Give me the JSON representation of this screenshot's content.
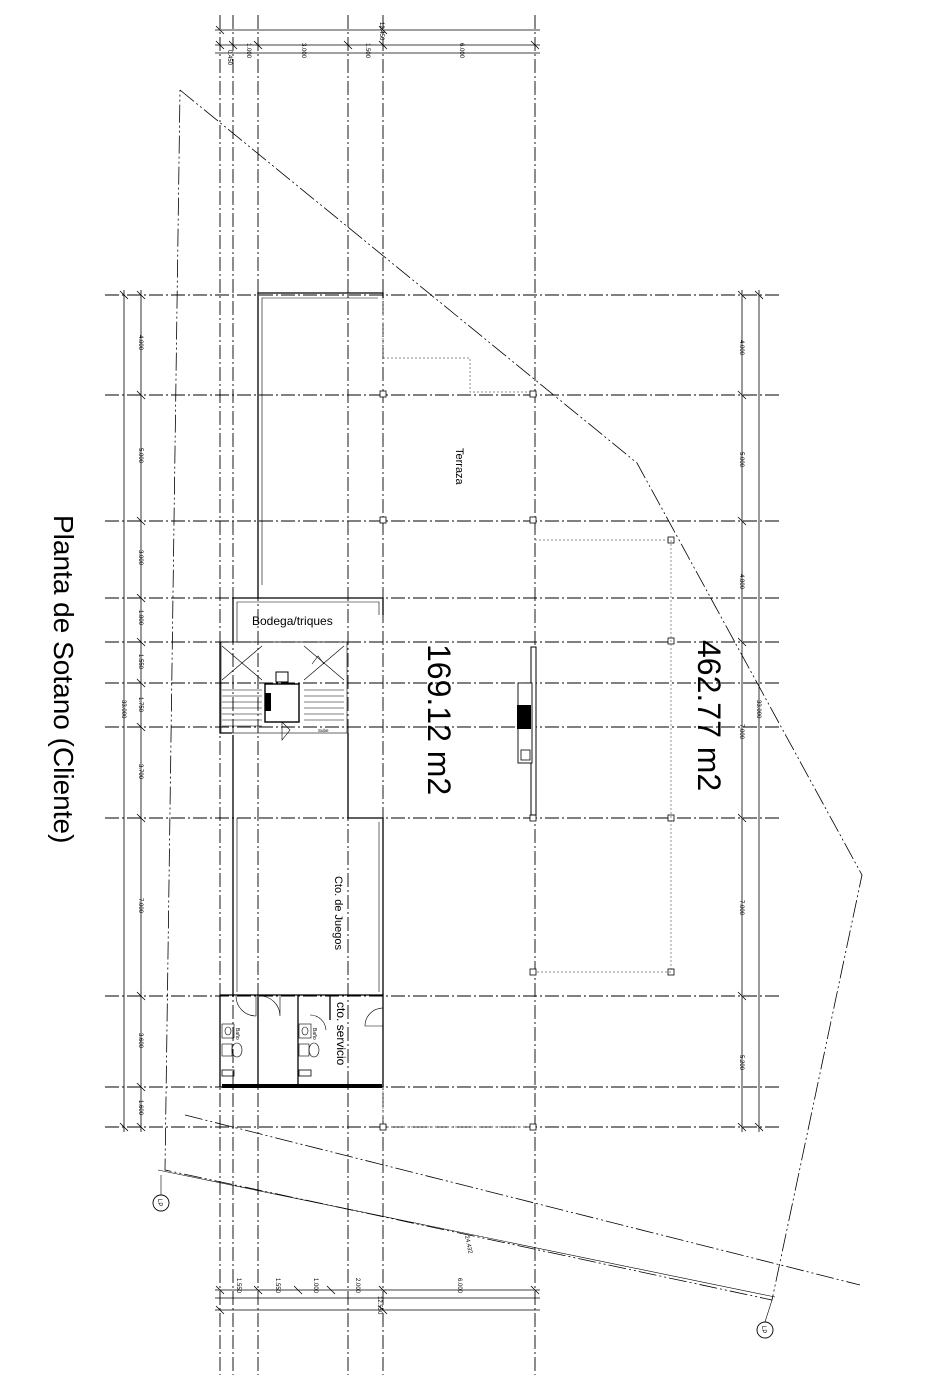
{
  "title": "Planta de Sotano (Cliente)",
  "areas": {
    "interior": "169.12 m2",
    "total": "462.77 m2"
  },
  "rooms": {
    "terraza": "Terraza",
    "bodega": "Bodega/triques",
    "juegos": "Cto. de Juegos",
    "servicio": "cto. servicio",
    "bano_1": "Baño",
    "bano_2": "Baño",
    "sube": "Sube"
  },
  "dims_top": [
    "0.450",
    "1.000",
    "3.000",
    "1.500",
    "6.000",
    "12.450"
  ],
  "dims_bottom": [
    "1.550",
    "1.550",
    "1.000",
    "2.000",
    "6.000",
    "12.550"
  ],
  "dims_left": [
    "4.000",
    "5.000",
    "3.000",
    "1.800",
    "1.550",
    "1.750",
    "3.700",
    "7.000",
    "3.600",
    "1.600",
    "33.000"
  ],
  "dims_right": [
    "4.000",
    "5.000",
    "4.800",
    "7.000",
    "7.000",
    "5.200",
    "33.000"
  ],
  "diagonal_dim": "24.432",
  "lp_marker_1": "LP",
  "lp_marker_2": "LP"
}
